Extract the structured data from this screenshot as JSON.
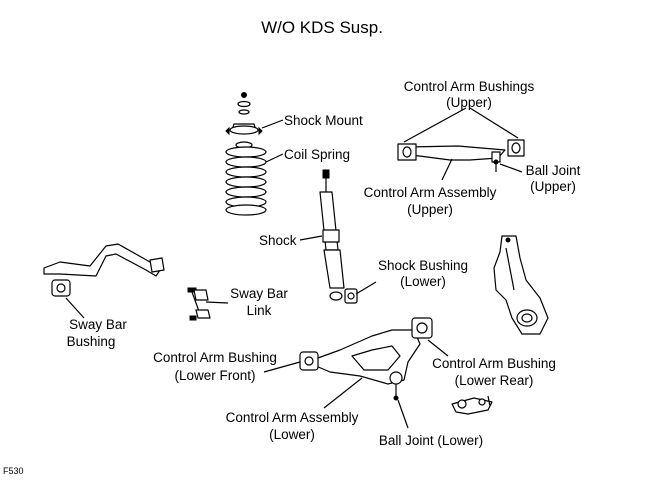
{
  "title": "W/O KDS Susp.",
  "figure_code": "F530",
  "labels": {
    "shock_mount": "Shock Mount",
    "coil_spring": "Coil Spring",
    "shock": "Shock",
    "control_arm_bushings_upper": [
      "Control Arm Bushings",
      "(Upper)"
    ],
    "ball_joint_upper": [
      "Ball Joint",
      "(Upper)"
    ],
    "control_arm_assembly_upper": [
      "Control Arm Assembly",
      "(Upper)"
    ],
    "shock_bushing_lower": [
      "Shock Bushing",
      "(Lower)"
    ],
    "sway_bar_link": [
      "Sway Bar",
      "Link"
    ],
    "sway_bar_bushing": [
      "Sway Bar",
      "Bushing"
    ],
    "control_arm_bushing_lower_front": [
      "Control Arm Bushing",
      "(Lower Front)"
    ],
    "control_arm_bushing_lower_rear": [
      "Control Arm Bushing",
      "(Lower Rear)"
    ],
    "control_arm_assembly_lower": [
      "Control Arm Assembly",
      "(Lower)"
    ],
    "ball_joint_lower": "Ball Joint (Lower)"
  },
  "colors": {
    "ink": "#000000",
    "background": "#ffffff"
  }
}
